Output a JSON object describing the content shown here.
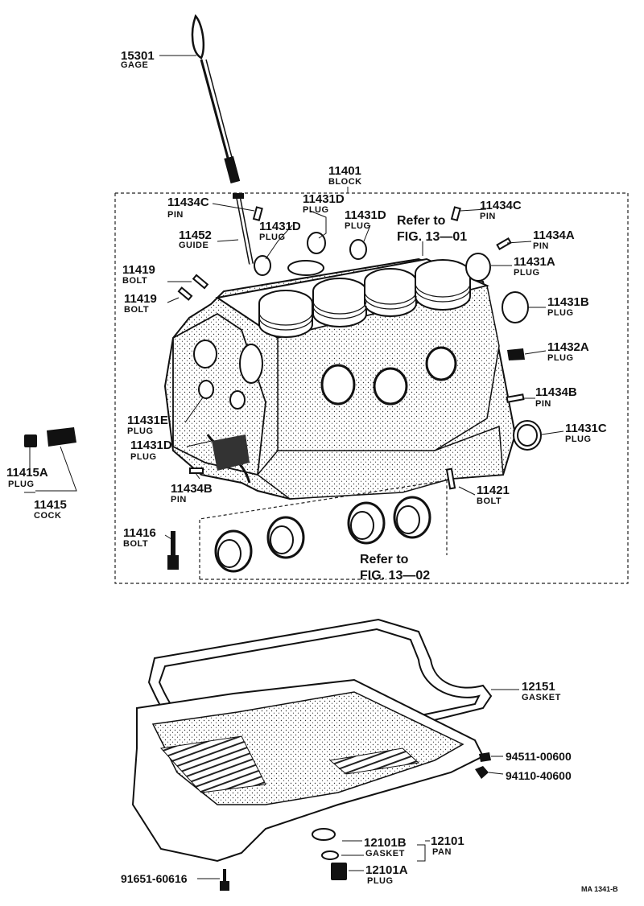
{
  "diagram_code": "MA 1341-B",
  "references": {
    "fig_13_01": {
      "line1": "Refer to",
      "line2": "FIG. 13—01"
    },
    "fig_13_02": {
      "line1": "Refer to",
      "line2": "FIG. 13—02"
    }
  },
  "parts": {
    "gage_15301": {
      "number": "15301",
      "name": "GAGE"
    },
    "block_11401": {
      "number": "11401",
      "name": "BLOCK"
    },
    "pin_11434c_left": {
      "number": "11434C",
      "name": "PIN"
    },
    "pin_11434c_right": {
      "number": "11434C",
      "name": "PIN"
    },
    "plug_11431d_top_a": {
      "number": "11431D",
      "name": "PLUG"
    },
    "plug_11431d_top_b": {
      "number": "11431D",
      "name": "PLUG"
    },
    "plug_11431d_left": {
      "number": "11431D",
      "name": "PLUG"
    },
    "plug_11431d_lower": {
      "number": "11431D",
      "name": "PLUG"
    },
    "guide_11452": {
      "number": "11452",
      "name": "GUIDE"
    },
    "bolt_11419_a": {
      "number": "11419",
      "name": "BOLT"
    },
    "bolt_11419_b": {
      "number": "11419",
      "name": "BOLT"
    },
    "pin_11434a": {
      "number": "11434A",
      "name": "PIN"
    },
    "plug_11431a": {
      "number": "11431A",
      "name": "PLUG"
    },
    "plug_11431b": {
      "number": "11431B",
      "name": "PLUG"
    },
    "plug_11432a": {
      "number": "11432A",
      "name": "PLUG"
    },
    "pin_11434b_right": {
      "number": "11434B",
      "name": "PIN"
    },
    "plug_11431c": {
      "number": "11431C",
      "name": "PLUG"
    },
    "plug_11431e": {
      "number": "11431E",
      "name": "PLUG"
    },
    "pin_11434b_left": {
      "number": "11434B",
      "name": "PIN"
    },
    "bolt_11421": {
      "number": "11421",
      "name": "BOLT"
    },
    "bolt_11416": {
      "number": "11416",
      "name": "BOLT"
    },
    "plug_11415a": {
      "number": "11415A",
      "name": "PLUG"
    },
    "cock_11415": {
      "number": "11415",
      "name": "COCK"
    },
    "gasket_12151": {
      "number": "12151",
      "name": "GASKET"
    },
    "nut_94511": {
      "number": "94511-00600"
    },
    "nut_94110": {
      "number": "94110-40600"
    },
    "gasket_12101b": {
      "number": "12101B",
      "name": "GASKET"
    },
    "pan_12101": {
      "number": "12101",
      "name": "PAN"
    },
    "plug_12101a": {
      "number": "12101A",
      "name": "PLUG"
    },
    "bolt_91651": {
      "number": "91651-60616"
    }
  }
}
